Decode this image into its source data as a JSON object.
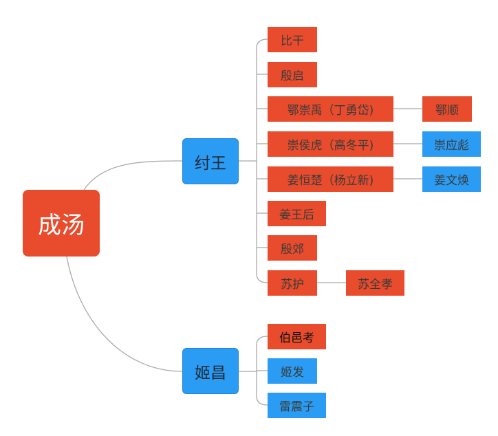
{
  "mindmap": {
    "root": "成汤",
    "branches": [
      {
        "label": "纣王",
        "children": [
          {
            "label": "比干"
          },
          {
            "label": "殷启"
          },
          {
            "label": "鄂崇禹（丁勇岱)",
            "child": "鄂顺"
          },
          {
            "label": "崇侯虎（高冬平)",
            "child": "崇应彪"
          },
          {
            "label": "姜恒楚（杨立新)",
            "child": "姜文焕"
          },
          {
            "label": "姜王后"
          },
          {
            "label": "殷郊"
          },
          {
            "label": "苏护",
            "child": "苏全孝"
          }
        ]
      },
      {
        "label": "姬昌",
        "children": [
          {
            "label": "伯邑考"
          },
          {
            "label": "姬发"
          },
          {
            "label": "雷震子"
          }
        ]
      }
    ]
  },
  "colors": {
    "red": "#e84c2d",
    "blue": "#2b9cf3",
    "line": "#a9a9a9"
  }
}
